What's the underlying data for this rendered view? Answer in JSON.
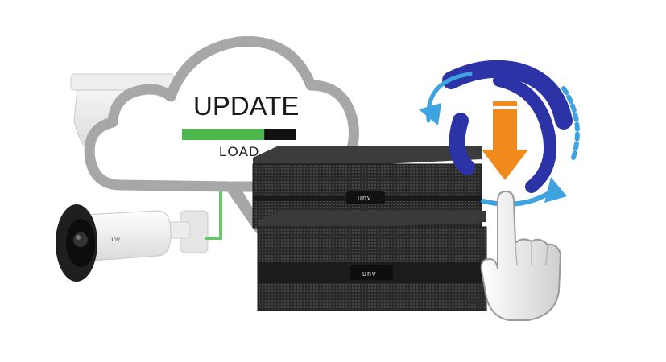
{
  "cloud": {
    "title": "UPDATE",
    "status": "LOAD...",
    "progress": 0.72
  },
  "devices": {
    "nvr_top_brand": "unv",
    "nvr_bottom_brand": "unv",
    "bullet_camera_brand": "unv"
  },
  "colors": {
    "cloud_outline": "#a7a7a7",
    "progress_fill": "#4bb84b",
    "connector_line": "#6cc46c",
    "sync_blue_dark": "#2c33a6",
    "sync_blue_light": "#3fa3e0",
    "download_arrow": "#f08a1d"
  },
  "icons": [
    "dome-camera-icon",
    "bullet-camera-icon",
    "cloud-icon",
    "nvr-icon",
    "sync-icon",
    "download-arrow-icon",
    "pointing-hand-icon"
  ]
}
